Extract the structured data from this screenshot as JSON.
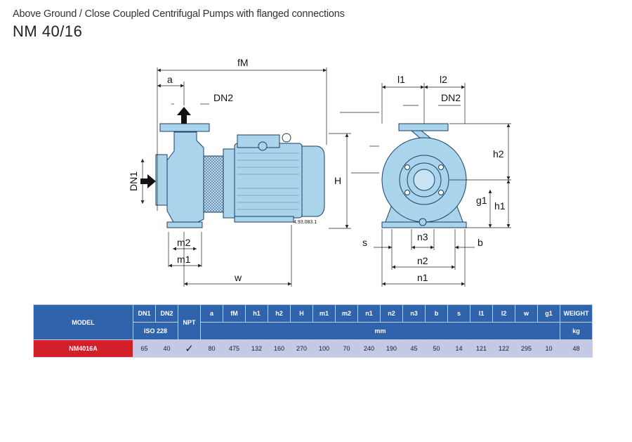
{
  "header": {
    "subtitle": "Above Ground / Close Coupled Centrifugal Pumps with flanged connections",
    "title": "NM 40/16"
  },
  "drawing": {
    "side_view_labels": {
      "fM": "fM",
      "a": "a",
      "DN2": "DN2",
      "DN1": "DN1",
      "H": "H",
      "m2": "m2",
      "m1": "m1",
      "w": "w",
      "part_code": "4.93.083.1"
    },
    "front_view_labels": {
      "l1": "l1",
      "l2": "l2",
      "DN2": "DN2",
      "h2": "h2",
      "g1": "g1",
      "h1": "h1",
      "s": "s",
      "n3": "n3",
      "b": "b",
      "n2": "n2",
      "n1": "n1"
    },
    "colors": {
      "pump_body": "#a9d4ec",
      "outline": "#1b3f63",
      "dim_line": "#222222"
    }
  },
  "table": {
    "model_label": "MODEL",
    "npt_label": "NPT",
    "iso_label": "ISO 228",
    "mm_label": "mm",
    "kg_label": "kg",
    "columns": [
      "DN1",
      "DN2",
      "a",
      "fM",
      "h1",
      "h2",
      "H",
      "m1",
      "m2",
      "n1",
      "n2",
      "n3",
      "b",
      "s",
      "l1",
      "l2",
      "w",
      "g1",
      "WEIGHT"
    ],
    "rows": [
      {
        "model": "NM4016A",
        "dn1": "65",
        "dn2": "40",
        "npt": "✓",
        "values": [
          "80",
          "475",
          "132",
          "160",
          "270",
          "100",
          "70",
          "240",
          "190",
          "45",
          "50",
          "14",
          "121",
          "122",
          "295",
          "10",
          "48"
        ]
      }
    ],
    "colors": {
      "header_blue": "#2f64ad",
      "model_red": "#d21f2a",
      "value_lavender": "#c4c9e6"
    }
  }
}
